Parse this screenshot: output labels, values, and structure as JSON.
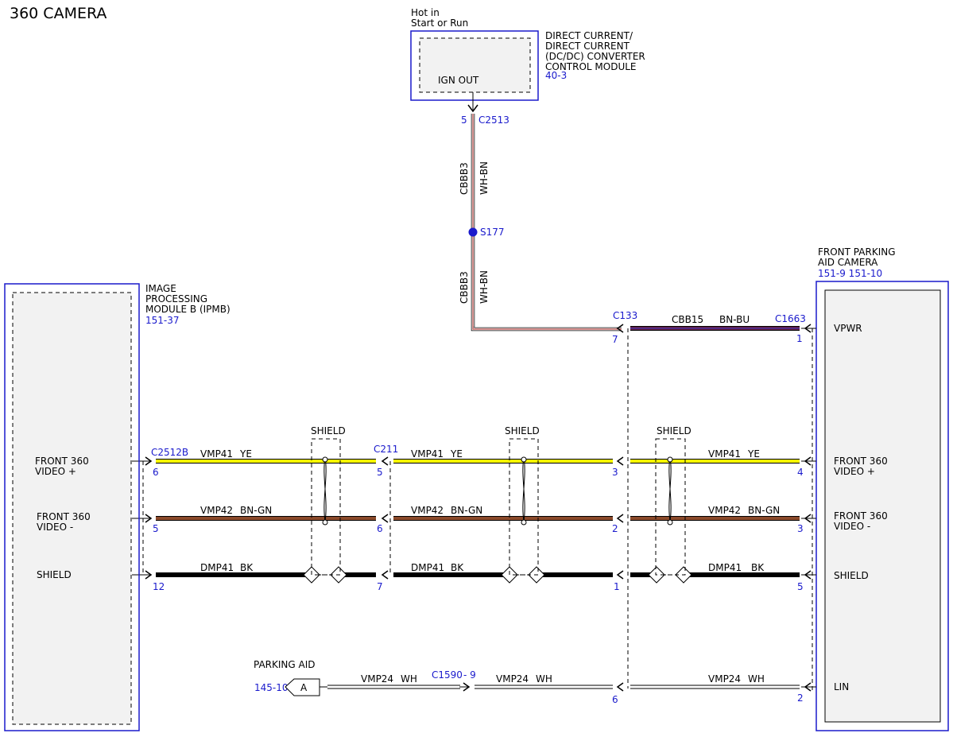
{
  "title": "360 CAMERA",
  "power": {
    "line1": "Hot in",
    "line2": "Start or Run"
  },
  "dcdc": {
    "name_lines": [
      "DIRECT CURRENT/",
      "DIRECT CURRENT",
      "(DC/DC) CONVERTER",
      "CONTROL MODULE"
    ],
    "ref": "40-3",
    "pin_label": "IGN OUT"
  },
  "c2513": {
    "connector": "C2513",
    "pin": "5"
  },
  "wire_cbbb3": {
    "circuit": "CBBB3",
    "color": "WH-BN"
  },
  "splice": {
    "label": "S177"
  },
  "c133": {
    "connector": "C133",
    "pin": "7"
  },
  "wire_cbb15": {
    "circuit": "CBB15",
    "color": "BN-BU"
  },
  "c1663": {
    "connector": "C1663",
    "pin": "1"
  },
  "camera": {
    "name_lines": [
      "FRONT PARKING",
      "AID CAMERA"
    ],
    "ref": "151-9  151-10",
    "pins": {
      "vpwr": "VPWR",
      "video_plus": [
        "FRONT 360",
        "VIDEO +"
      ],
      "video_minus": [
        "FRONT 360",
        "VIDEO -"
      ],
      "shield": "SHIELD",
      "lin": "LIN"
    }
  },
  "ipmb": {
    "name_lines": [
      "IMAGE",
      "PROCESSING",
      "MODULE B (IPMB)"
    ],
    "ref": "151-37",
    "pins": {
      "video_plus": [
        "FRONT 360",
        "VIDEO +"
      ],
      "video_minus": [
        "FRONT 360",
        "VIDEO -"
      ],
      "shield": "SHIELD"
    }
  },
  "shield_label": "SHIELD",
  "c2512b": {
    "connector": "C2512B",
    "pins": [
      "6",
      "5",
      "12"
    ]
  },
  "c211": {
    "connector": "C211",
    "pins": [
      "5",
      "6",
      "7"
    ]
  },
  "c133_pins": [
    "3",
    "2",
    "1",
    "6"
  ],
  "c1663_pins": [
    "4",
    "3",
    "5",
    "2"
  ],
  "wires": {
    "vmp41": {
      "circuit": "VMP41",
      "color": "YE"
    },
    "vmp42": {
      "circuit": "VMP42",
      "color": "BN-GN"
    },
    "dmp41": {
      "circuit": "DMP41",
      "color": "BK"
    },
    "vmp24": {
      "circuit": "VMP24",
      "color": "WH"
    }
  },
  "parking_aid": {
    "label": "PARKING AID",
    "ref": "145-10",
    "tag": "A"
  },
  "c1590": {
    "connector": "C1590",
    "pin": "- 9"
  },
  "colors": {
    "yellow": "#f5f500",
    "brown": "#8b4a2b",
    "black": "#000000",
    "blue_text": "#1a1acc",
    "wh_bn_stripe": "#c0504d",
    "bn_bu": "#5a2a6a"
  }
}
